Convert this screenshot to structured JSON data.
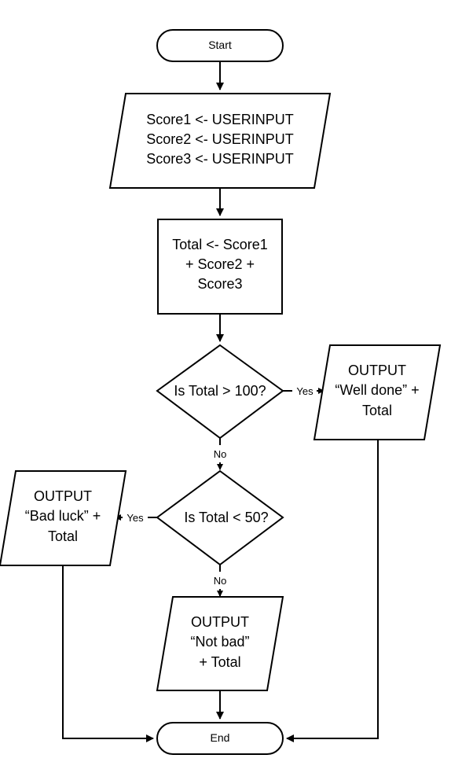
{
  "colors": {
    "stroke": "#000000",
    "fill": "#ffffff",
    "text": "#000000"
  },
  "nodes": {
    "start": {
      "label": "Start"
    },
    "input": {
      "lines": [
        "Score1 <- USERINPUT",
        "Score2 <- USERINPUT",
        "Score3 <- USERINPUT"
      ]
    },
    "total": {
      "lines": [
        "Total <- Score1",
        "+ Score2 +",
        "Score3"
      ]
    },
    "decision1": {
      "label": "Is Total > 100?"
    },
    "well_done": {
      "lines": [
        "OUTPUT",
        "“Well done” +",
        "Total"
      ]
    },
    "decision2": {
      "label": "Is Total < 50?"
    },
    "bad_luck": {
      "lines": [
        "OUTPUT",
        "“Bad luck” +",
        "Total"
      ]
    },
    "not_bad": {
      "lines": [
        "OUTPUT",
        "“Not bad”",
        "+ Total"
      ]
    },
    "end": {
      "label": "End"
    }
  },
  "edge_labels": {
    "d1_yes": "Yes",
    "d1_no": "No",
    "d2_yes": "Yes",
    "d2_no": "No"
  }
}
